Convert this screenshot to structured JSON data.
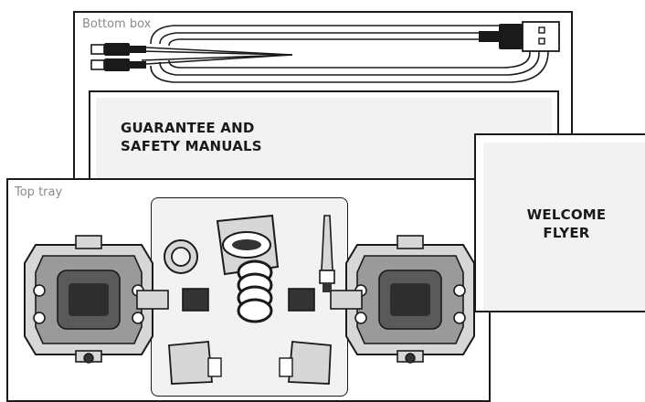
{
  "bottom_box": {
    "label": "Bottom box"
  },
  "manuals": {
    "line1": "GUARANTEE AND",
    "line2": "SAFETY MANUALS"
  },
  "top_tray": {
    "label": "Top tray"
  },
  "welcome": {
    "line1": "WELCOME",
    "line2": "FLYER"
  },
  "colors": {
    "stroke": "#1a1a1a",
    "fill_light": "#f2f2f2",
    "fill_mid": "#d7d7d7",
    "fill_dark": "#333333",
    "label_gray": "#8a8a8a"
  },
  "items": [
    "usb-cable-icon",
    "pedal-icon",
    "o-ring-icon",
    "cleat-icon",
    "cleat-spring-icon",
    "torx-tool-icon",
    "cleat-plate-icon"
  ]
}
